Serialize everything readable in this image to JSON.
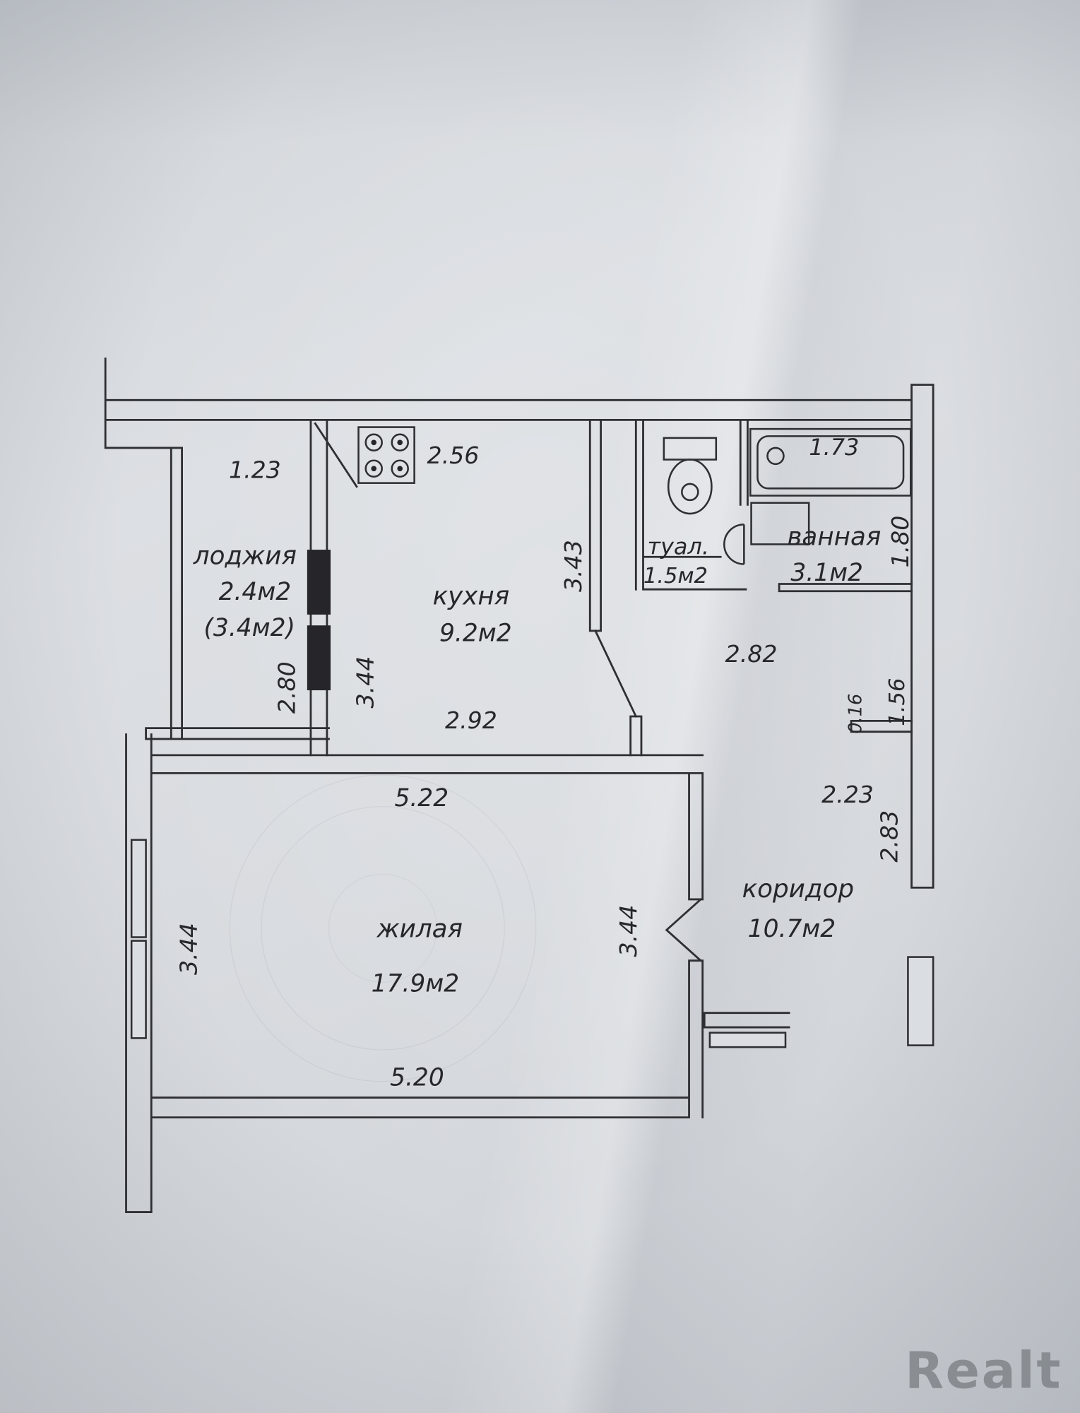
{
  "photo": {
    "watermark": "Realt"
  },
  "rooms": {
    "loggia": {
      "name": "лоджия",
      "area": "2.4м2",
      "area_alt": "(3.4м2)"
    },
    "kitchen": {
      "name": "кухня",
      "area": "9.2м2"
    },
    "toilet": {
      "name": "туал.",
      "area": "1.5м2"
    },
    "bathroom": {
      "name": "ванная",
      "area": "3.1м2"
    },
    "living": {
      "name": "жилая",
      "area": "17.9м2"
    },
    "corridor": {
      "name": "коридор",
      "area": "10.7м2"
    }
  },
  "dimensions": {
    "loggia_width": "1.23",
    "kitchen_top": "2.56",
    "bath_tub": "1.73",
    "kitchen_right": "3.43",
    "bath_right": "1.80",
    "loggia_height": "2.80",
    "loggia_wall": "3.44",
    "kitchen_bottom": "2.92",
    "hall_top": "2.82",
    "niche_stub": "0.16",
    "niche_right": "1.56",
    "living_top": "5.22",
    "hall_niche_width": "2.23",
    "hall_right": "2.83",
    "living_left": "3.44",
    "living_right": "3.44",
    "living_bottom": "5.20"
  }
}
